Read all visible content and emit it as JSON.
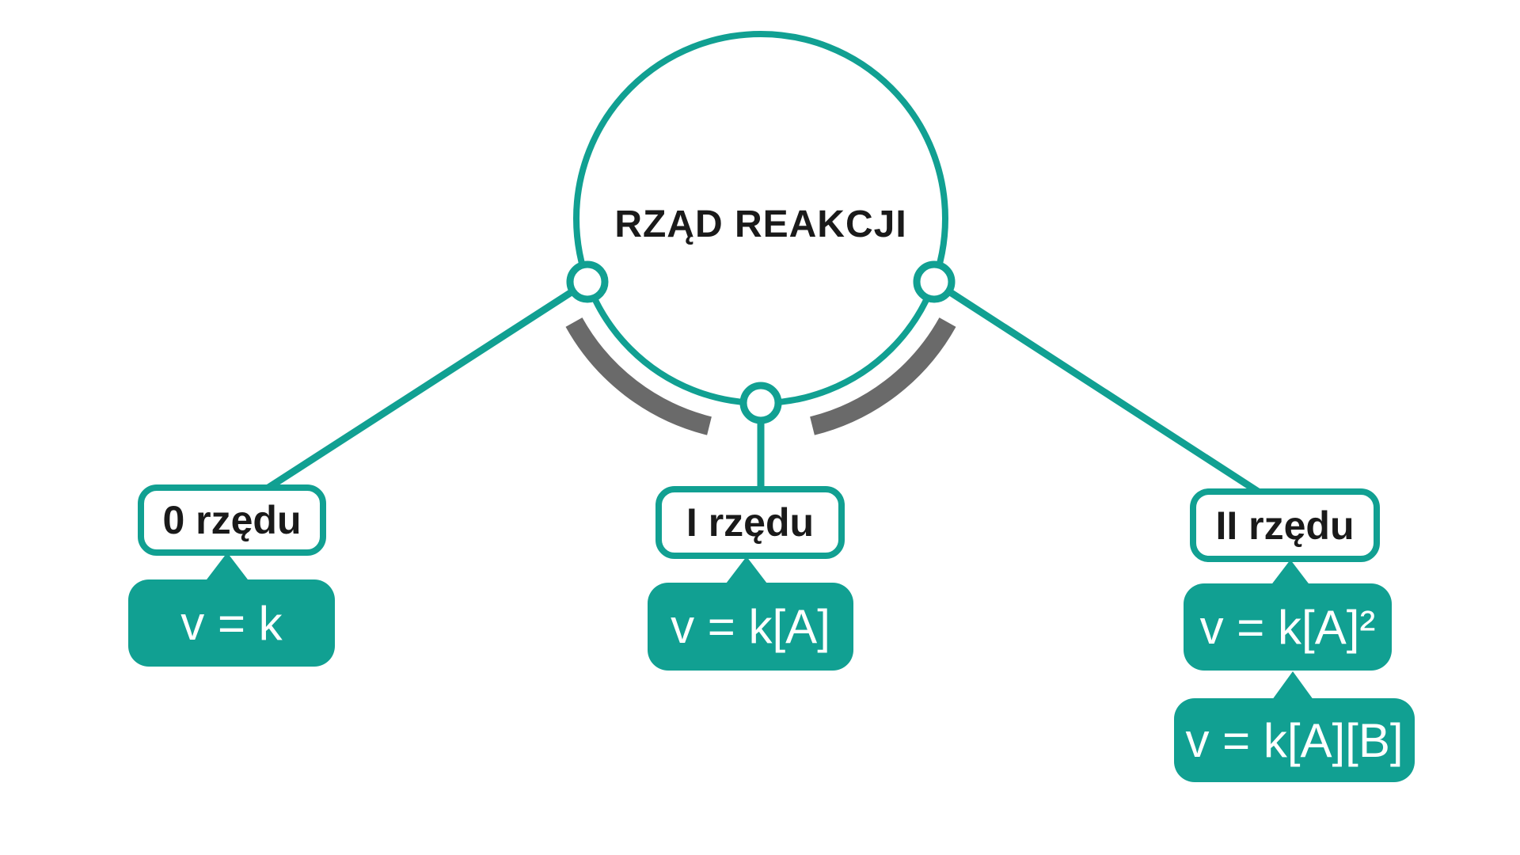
{
  "diagram": {
    "title": "RZĄD REAKCJI",
    "branches": [
      {
        "label": "0 rzędu",
        "formulas": [
          "v = k"
        ]
      },
      {
        "label": "I rzędu",
        "formulas": [
          "v = k[A]"
        ]
      },
      {
        "label": "II rzędu",
        "formulas": [
          "v = k[A]²",
          "v = k[A][B]"
        ]
      }
    ],
    "colors": {
      "accent_teal": "#11a092",
      "arc_gray": "#6a6a6a",
      "text_black": "#1a1a1a",
      "background": "#ffffff",
      "formula_text": "#ffffff"
    }
  }
}
